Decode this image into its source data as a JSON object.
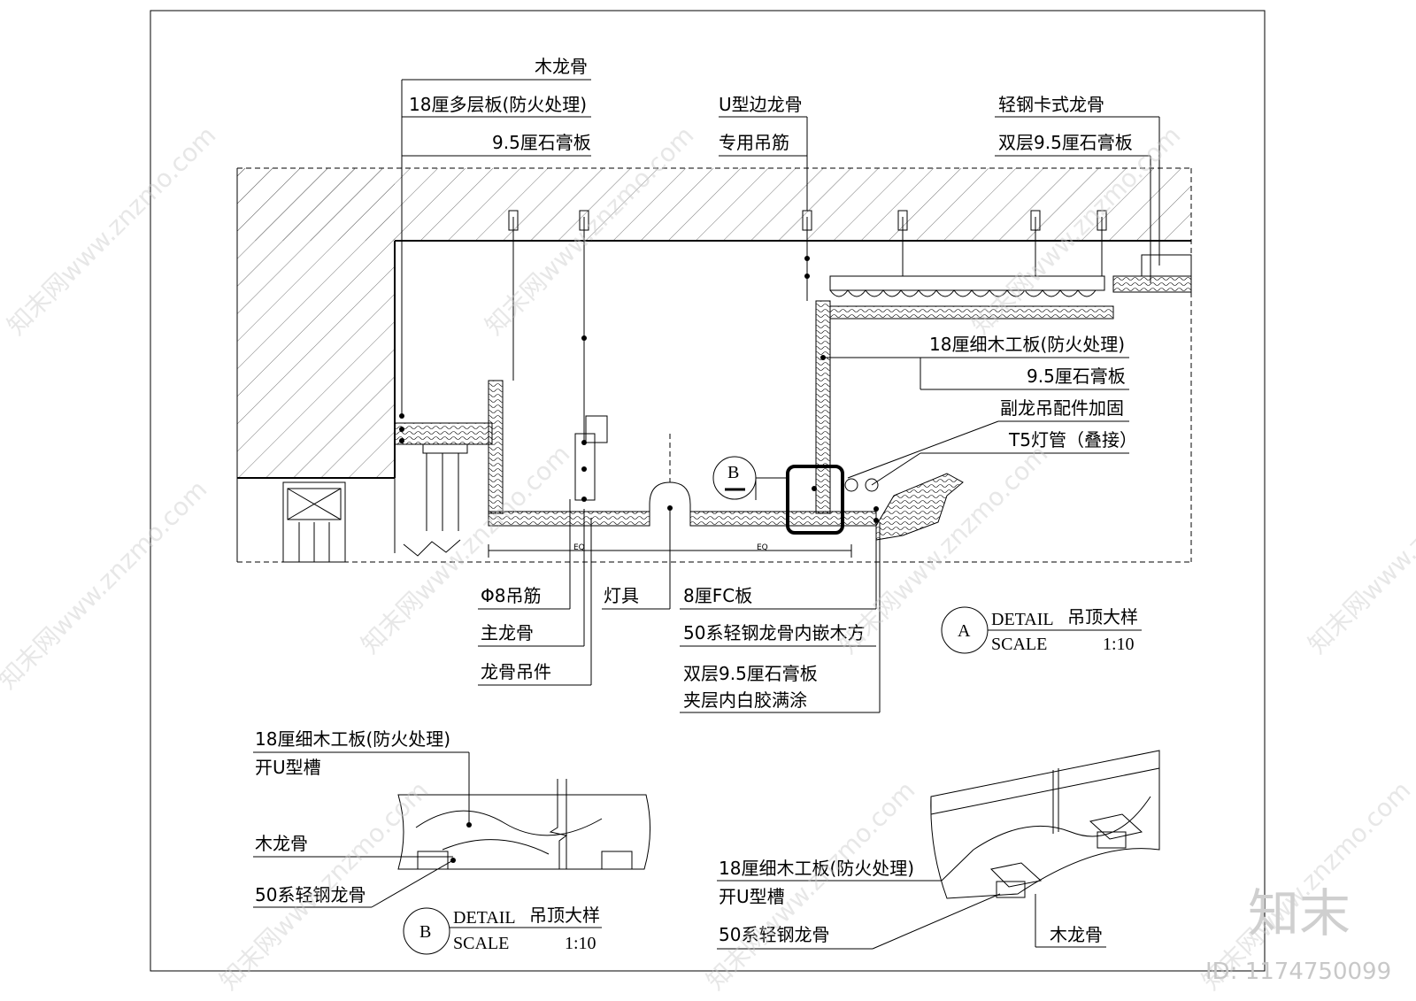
{
  "detail_a": {
    "labels_top_left": [
      "木龙骨",
      "18厘多层板(防火处理)",
      "9.5厘石膏板"
    ],
    "labels_top_mid": [
      "U型边龙骨",
      "专用吊筋"
    ],
    "labels_top_right": [
      "轻钢卡式龙骨",
      "双层9.5厘石膏板"
    ],
    "labels_right": [
      "18厘细木工板(防火处理)",
      "9.5厘石膏板",
      "副龙吊配件加固",
      "T5灯管（叠接）"
    ],
    "labels_bottom_left": [
      "Φ8吊筋",
      "主龙骨",
      "龙骨吊件"
    ],
    "label_lamp": "灯具",
    "labels_bottom_mid": [
      "8厘FC板",
      "50系轻钢龙骨内嵌木方",
      "双层9.5厘石膏板",
      "夹层内白胶满涂"
    ],
    "dim_labels": [
      "EQ",
      "EQ"
    ],
    "callout_b": "B",
    "title": {
      "letter": "A",
      "detail": "DETAIL",
      "scale": "SCALE",
      "name": "吊顶大样",
      "ratio": "1:10"
    }
  },
  "detail_b": {
    "labels_left": [
      "18厘细木工板(防火处理)",
      "开U型槽",
      "木龙骨",
      "50系轻钢龙骨"
    ],
    "labels_iso": [
      "18厘细木工板(防火处理)",
      "开U型槽",
      "50系轻钢龙骨",
      "木龙骨"
    ],
    "title": {
      "letter": "B",
      "detail": "DETAIL",
      "scale": "SCALE",
      "name": "吊顶大样",
      "ratio": "1:10"
    }
  },
  "watermark": {
    "site": "知末网www.znzmo.com",
    "brand": "知末",
    "id": "ID: 1174750099"
  }
}
